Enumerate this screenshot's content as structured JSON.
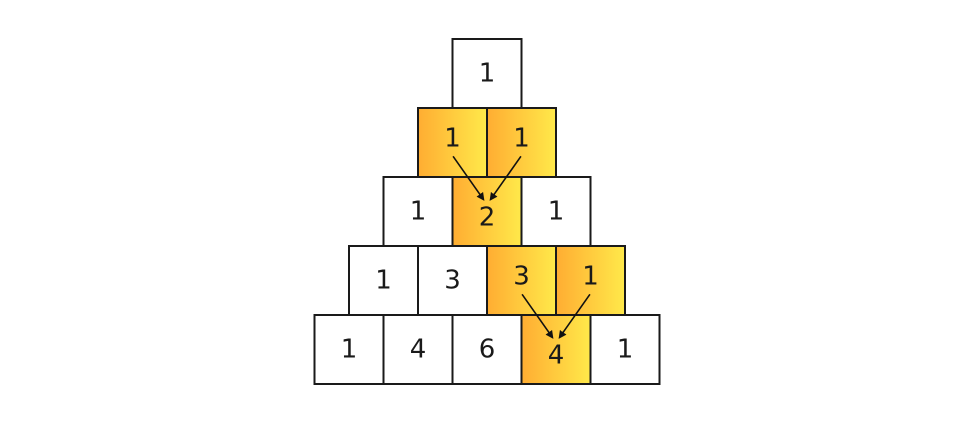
{
  "rows": [
    [
      "1"
    ],
    [
      "1",
      "1"
    ],
    [
      "1",
      "2",
      "1"
    ],
    [
      "1",
      "3",
      "3",
      "1"
    ],
    [
      "1",
      "4",
      "6",
      "4",
      "1"
    ]
  ],
  "highlighted": [
    {
      "row": 1,
      "col": 0
    },
    {
      "row": 1,
      "col": 1
    },
    {
      "row": 2,
      "col": 1
    },
    {
      "row": 3,
      "col": 2
    },
    {
      "row": 3,
      "col": 3
    },
    {
      "row": 4,
      "col": 3
    }
  ],
  "arrows": [
    {
      "from": {
        "row": 1,
        "col": 0
      },
      "to": {
        "row": 2,
        "col": 1
      }
    },
    {
      "from": {
        "row": 1,
        "col": 1
      },
      "to": {
        "row": 2,
        "col": 1
      }
    },
    {
      "from": {
        "row": 3,
        "col": 2
      },
      "to": {
        "row": 4,
        "col": 3
      }
    },
    {
      "from": {
        "row": 3,
        "col": 3
      },
      "to": {
        "row": 4,
        "col": 3
      }
    }
  ],
  "colors": {
    "highlight_start": "#ffad32",
    "highlight_end": "#ffe94a",
    "cell_fill": "#ffffff",
    "cell_border": "#1a1a1a",
    "arrow": "#111111"
  }
}
